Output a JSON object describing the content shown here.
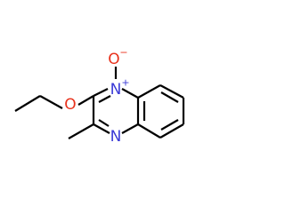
{
  "colors": {
    "bond": "#000000",
    "nitrogen": "#3a3ad6",
    "oxygen": "#e8321c",
    "background": "#ffffff"
  },
  "atoms": {
    "oxide_o": {
      "symbol": "O",
      "charge": "−"
    },
    "n_oxide": {
      "symbol": "N",
      "charge": "+"
    },
    "ether_o": {
      "symbol": "O"
    },
    "n_ring": {
      "symbol": "N"
    }
  }
}
